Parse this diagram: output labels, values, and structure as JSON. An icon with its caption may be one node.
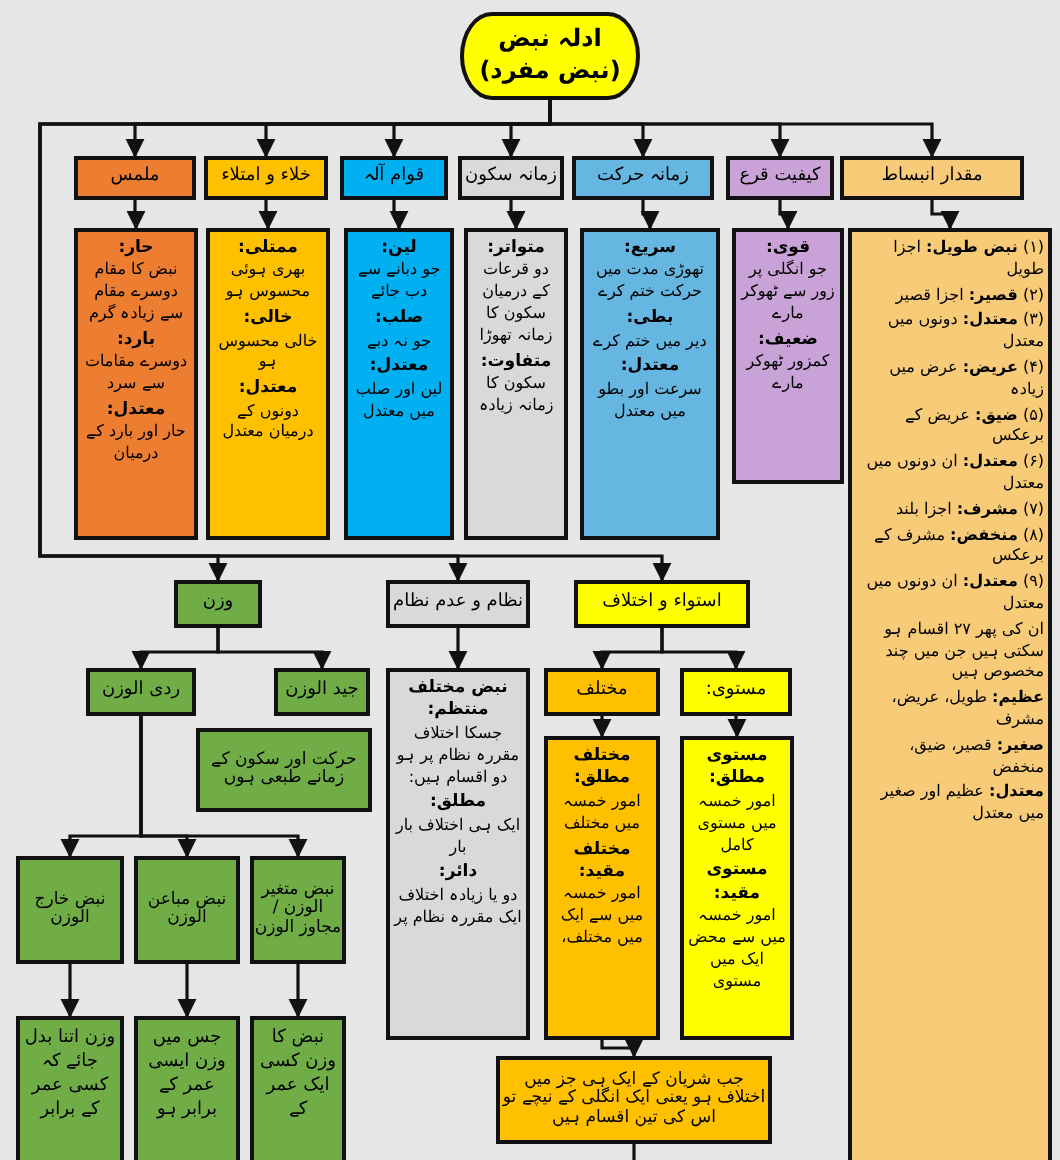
{
  "diagram": {
    "nodes": [
      {
        "text": [
          "ادلہ نبض",
          "(نبض مفرد)"
        ]
      },
      {
        "text": [
          "مقدار انبساط"
        ]
      },
      {
        "text": [
          "کیفیت قرع"
        ]
      },
      {
        "text": [
          "زمانہ حرکت"
        ]
      },
      {
        "text": [
          "زمانہ سکون"
        ]
      },
      {
        "text": [
          "قوام آلہ"
        ]
      },
      {
        "text": [
          "خلاء و امتلاء"
        ]
      },
      {
        "text": [
          "ملمس"
        ]
      },
      {
        "text": [
          "(۱) **نبض طویل:** اجزا طویل",
          "(۲) **قصیر:** اجزا قصیر",
          "(۳) **معتدل:** دونوں میں معتدل",
          "(۴) **عریض:** عرض میں زیادہ",
          "(۵) **ضیق:** عریض کے برعکس",
          "(۶) **معتدل:** ان دونوں میں معتدل",
          "(۷) **مشرف:** اجزا بلند",
          "(۸) **منخفض:** مشرف کے برعکس",
          "(۹) **معتدل:** ان دونوں میں معتدل",
          "ان کی پھر ۲۷ اقسام ہو سکتی ہیں جن میں چند مخصوص ہیں",
          "**عظیم:** طویل، عریض، مشرف",
          "**صغیر:** قصیر، ضیق، منخفض",
          "**معتدل:** عظیم اور صغیر میں معتدل"
        ]
      },
      {
        "text": [
          "**قوی:** جو انگلی پر زور سے ٹھوکر مارے",
          "**ضعیف:** کمزور ٹھوکر مارے"
        ]
      },
      {
        "text": [
          "**سریع:** تھوڑی مدت میں حرکت ختم کرے",
          "**بطی:** دیر میں ختم کرے",
          "**معتدل:** سرعت اور بطو میں معتدل"
        ]
      },
      {
        "text": [
          "**متواتر:** دو قرعات کے درمیان سکون کا زمانہ تھوڑا",
          "**متفاوت:** سکون کا زمانہ زیادہ"
        ]
      },
      {
        "text": [
          "**لین:** جو دبانے سے دب جائے",
          "**صلب:** جو نہ دبے",
          "**معتدل:** لین اور صلب میں معتدل"
        ]
      },
      {
        "text": [
          "**ممتلی:** بھری ہوئی محسوس ہو",
          "**خالی:** خالی محسوس ہو",
          "**معتدل:** دونوں کے درمیان معتدل"
        ]
      },
      {
        "text": [
          "**حار:** نبض کا مقام دوسرے مقام سے زیادہ گرم",
          "**بارد:** دوسرے مقامات سے سرد",
          "**معتدل:** حار اور بارد کے درمیان"
        ]
      },
      {
        "text": [
          "استواء و اختلاف"
        ]
      },
      {
        "text": [
          "نظام و عدم نظام"
        ]
      },
      {
        "text": [
          "وزن"
        ]
      },
      {
        "text": [
          "مستوی:"
        ]
      },
      {
        "text": [
          "مختلف"
        ]
      },
      {
        "text": [
          "**مستوی مطلق:** امور خمسہ میں مستوی کامل",
          "**مستوی مقید:** امور خمسہ میں سے محض ایک میں مستوی"
        ]
      },
      {
        "text": [
          "**مختلف مطلق:** امور خمسہ میں مختلف",
          "**مختلف مقید:** امور خمسہ میں سے ایک میں مختلف،"
        ]
      },
      {
        "text": [
          "جب شریان کے ایک ہی جز میں اختلاف ہو یعنی ایک انگلی کے نیچے تو اس کی تین اقسام ہیں"
        ]
      },
      {
        "text": [
          "**نبض مختلف منتظم:** جسکا اختلاف مقررہ نظام پر ہو دو اقسام ہیں:",
          "**مطلق:** ایک ہی اختلاف بار بار",
          "**دائر:** دو یا زیادہ اختلاف ایک مقررہ نظام پر"
        ]
      },
      {
        "text": [
          "جید الوزن"
        ]
      },
      {
        "text": [
          "ردی الوزن"
        ]
      },
      {
        "text": [
          "حرکت اور سکون کے زمانے طبعی ہوں"
        ]
      },
      {
        "text": [
          "نبض متغیر الوزن / مجاوز الوزن"
        ]
      },
      {
        "text": [
          "نبض مباعن الوزن"
        ]
      },
      {
        "text": [
          "نبض خارج الوزن"
        ]
      },
      {
        "text": [
          "نبض کا وزن کسی ایک عمر کے"
        ]
      },
      {
        "text": [
          "جس میں وزن ایسی عمر کے برابر ہو"
        ]
      },
      {
        "text": [
          "وزن اتنا بدل جائے کہ کسی عمر کے برابر"
        ]
      }
    ],
    "edges": [
      {
        "from": 0,
        "to": 1,
        "arrow": "to"
      },
      {
        "from": 0,
        "to": 2,
        "arrow": "to"
      },
      {
        "from": 0,
        "to": 3,
        "arrow": "to"
      },
      {
        "from": 0,
        "to": 4,
        "arrow": "to"
      },
      {
        "from": 0,
        "to": 5,
        "arrow": "to"
      },
      {
        "from": 0,
        "to": 6,
        "arrow": "to"
      },
      {
        "from": 0,
        "to": 7,
        "arrow": "to"
      },
      {
        "from": 1,
        "to": 8,
        "arrow": "to"
      },
      {
        "from": 2,
        "to": 9,
        "arrow": "to"
      },
      {
        "from": 3,
        "to": 10,
        "arrow": "to"
      },
      {
        "from": 4,
        "to": 11,
        "arrow": "to"
      },
      {
        "from": 5,
        "to": 12,
        "arrow": "to"
      },
      {
        "from": 6,
        "to": 13,
        "arrow": "to"
      },
      {
        "from": 7,
        "to": 14,
        "arrow": "to"
      },
      {
        "from": 0,
        "to": 15,
        "arrow": "to"
      },
      {
        "from": 0,
        "to": 16,
        "arrow": "to"
      },
      {
        "from": 0,
        "to": 17,
        "arrow": "to"
      },
      {
        "from": 15,
        "to": 18,
        "arrow": "to"
      },
      {
        "from": 15,
        "to": 19,
        "arrow": "to"
      },
      {
        "from": 18,
        "to": 20,
        "arrow": "to"
      },
      {
        "from": 19,
        "to": 21,
        "arrow": "to"
      },
      {
        "from": 21,
        "to": 22,
        "arrow": "to"
      },
      {
        "from": 22,
        "to": null,
        "arrow": "none"
      },
      {
        "from": 16,
        "to": 23,
        "arrow": "to"
      },
      {
        "from": 17,
        "to": 24,
        "arrow": "to"
      },
      {
        "from": 17,
        "to": 25,
        "arrow": "to"
      },
      {
        "from": 25,
        "to": 27,
        "arrow": "to"
      },
      {
        "from": 25,
        "to": 28,
        "arrow": "to"
      },
      {
        "from": 25,
        "to": 29,
        "arrow": "to"
      },
      {
        "from": 27,
        "to": 30,
        "arrow": "to"
      },
      {
        "from": 28,
        "to": 31,
        "arrow": "to"
      },
      {
        "from": 29,
        "to": 32,
        "arrow": "to"
      }
    ]
  }
}
